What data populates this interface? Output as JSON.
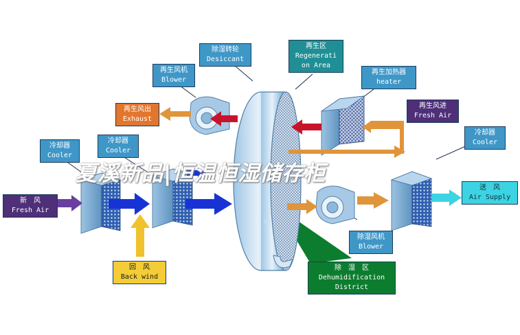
{
  "labels": {
    "desiccant_wheel": {
      "zh": "除湿转轮",
      "en": "Desiccant"
    },
    "regeneration_area": {
      "zh": "再生区",
      "en1": "Regenerati",
      "en2": "on Area"
    },
    "regen_blower": {
      "zh": "再生风机",
      "en": "Blower"
    },
    "regen_heater": {
      "zh": "再生加热器",
      "en": "heater"
    },
    "regen_exhaust": {
      "zh": "再生风出",
      "en": "Exhaust"
    },
    "regen_fresh_air": {
      "zh": "再生风进",
      "en": "Fresh Air"
    },
    "cooler_1": {
      "zh": "冷却器",
      "en": "Cooler"
    },
    "cooler_2": {
      "zh": "冷却器",
      "en": "Cooler"
    },
    "cooler_3": {
      "zh": "冷却器",
      "en": "Cooler"
    },
    "fresh_air": {
      "zh": "新　风",
      "en": "Fresh Air"
    },
    "air_supply": {
      "zh": "送　风",
      "en": "Air Supply"
    },
    "back_wind": {
      "zh": "回　风",
      "en": "Back wind"
    },
    "dehum_blower": {
      "zh": "除湿风机",
      "en": "Blower"
    },
    "dehum_district": {
      "zh": "除　湿　区",
      "en1": "Dehumidification",
      "en2": "District"
    }
  },
  "watermark": "夏溪新品|恒温恒湿储存柜",
  "small_watermark": "XT",
  "colors": {
    "label_blue": "#3f97c8",
    "label_teal": "#1f8f95",
    "exhaust_orange": "#e2762e",
    "regen_purple": "#4e2f78",
    "supply_cyan": "#3dd3e2",
    "backwind_yellow": "#f3cc37",
    "district_green": "#0c7d2f",
    "process_arrow_blue": "#1733d6",
    "hot_arrow_red": "#c8142a",
    "warm_arrow_orange": "#e0953a"
  }
}
